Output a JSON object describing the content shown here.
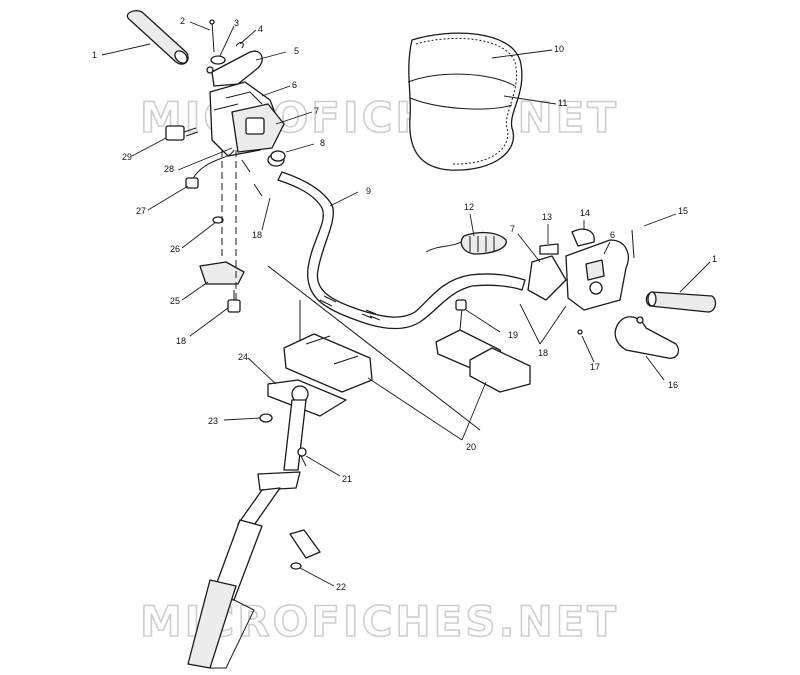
{
  "watermark": "MICROFICHES.NET",
  "callouts": {
    "c1a": "1",
    "c2": "2",
    "c3": "3",
    "c4": "4",
    "c5": "5",
    "c6a": "6",
    "c7a": "7",
    "c8": "8",
    "c9": "9",
    "c10": "10",
    "c11": "11",
    "c12": "12",
    "c13": "13",
    "c14": "14",
    "c15": "15",
    "c1b": "1",
    "c7b": "7",
    "c6b": "6",
    "c29": "29",
    "c28": "28",
    "c27": "27",
    "c18a": "18",
    "c26": "26",
    "c25": "25",
    "c18b": "18",
    "c19": "19",
    "c18c": "18",
    "c17": "17",
    "c16": "16",
    "c24": "24",
    "c23": "23",
    "c20": "20",
    "c21": "21",
    "c22": "22"
  },
  "colors": {
    "ink": "#1a1a1a",
    "watermark": "#cfcfcf",
    "background": "#ffffff"
  }
}
